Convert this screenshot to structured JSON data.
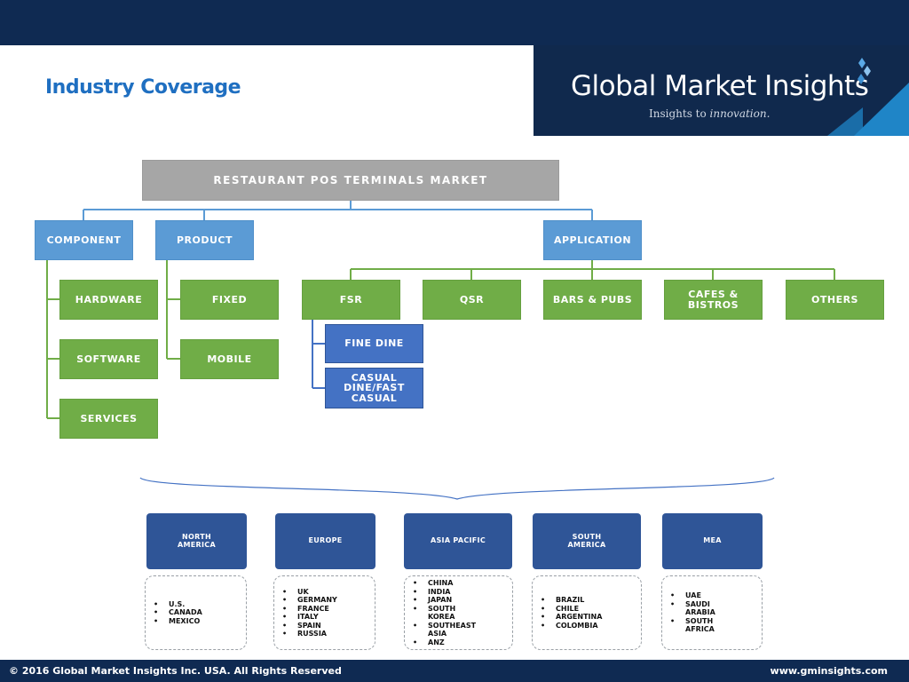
{
  "header": {
    "title": "Industry Coverage"
  },
  "logo": {
    "name": "Global Market Insights",
    "tagline_prefix": "Insights to ",
    "tagline_emphasis": "innovation."
  },
  "diagram": {
    "root": "RESTAURANT POS TERMINALS MARKET",
    "categories": {
      "component": "COMPONENT",
      "product": "PRODUCT",
      "application": "APPLICATION"
    },
    "component_items": [
      "HARDWARE",
      "SOFTWARE",
      "SERVICES"
    ],
    "product_items": [
      "FIXED",
      "MOBILE"
    ],
    "application_items": [
      "FSR",
      "QSR",
      "BARS & PUBS",
      "CAFES & BISTROS",
      "OTHERS"
    ],
    "fsr_items": [
      "FINE DINE",
      "CASUAL DINE/FAST CASUAL"
    ]
  },
  "regions": [
    {
      "name": "NORTH AMERICA",
      "countries": [
        "U.S.",
        "CANADA",
        "MEXICO"
      ]
    },
    {
      "name": "EUROPE",
      "countries": [
        "UK",
        "GERMANY",
        "FRANCE",
        "ITALY",
        "SPAIN",
        "RUSSIA"
      ]
    },
    {
      "name": "ASIA PACIFIC",
      "countries": [
        "CHINA",
        "INDIA",
        "JAPAN",
        "SOUTH KOREA",
        "SOUTHEAST ASIA",
        "ANZ"
      ]
    },
    {
      "name": "SOUTH AMERICA",
      "countries": [
        "BRAZIL",
        "CHILE",
        "ARGENTINA",
        "COLOMBIA"
      ]
    },
    {
      "name": "MEA",
      "countries": [
        "UAE",
        "SAUDI ARABIA",
        "SOUTH AFRICA"
      ]
    }
  ],
  "footer": {
    "copyright": "© 2016 Global Market Insights Inc. USA.  All Rights Reserved",
    "website": "www.gminsights.com"
  },
  "colors": {
    "navy": "#0f2a52",
    "title_blue": "#1f6fc1",
    "gray": "#a6a6a6",
    "light_blue": "#5b9bd5",
    "green": "#70ad47",
    "dark_blue": "#4472c4",
    "region_blue": "#2f5597"
  }
}
